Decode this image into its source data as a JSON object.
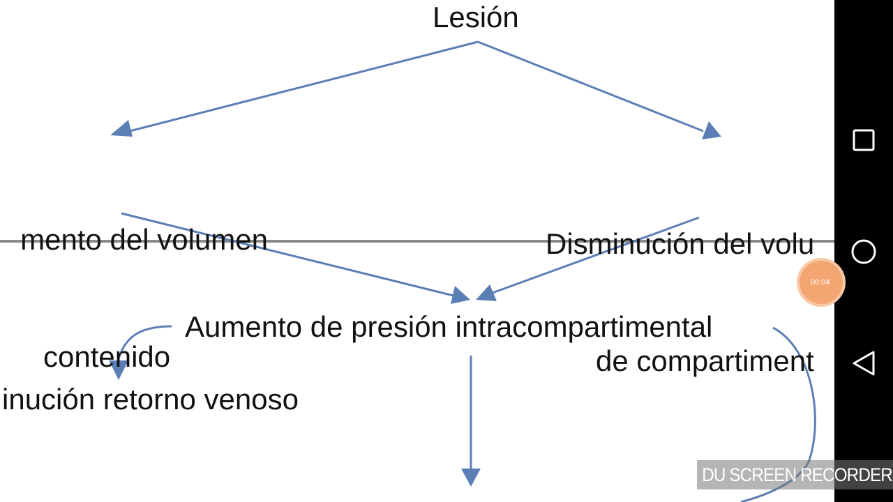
{
  "nodes": {
    "lesion": "Lesión",
    "aumento_volumen_line1": "mento del volumen",
    "aumento_volumen_line2": "contenido",
    "disminucion_volumen_line1": "Disminución del volu",
    "disminucion_volumen_line2": "de compartiment",
    "presion": "Aumento de presión intracompartimental",
    "retorno": "inución retorno venoso"
  },
  "overlay": {
    "record_timer": "00:04",
    "watermark": "DU SCREEN RECORDER"
  },
  "nav_bar": {
    "recents_icon": "square-icon",
    "home_icon": "circle-icon",
    "back_icon": "triangle-back-icon"
  },
  "colors": {
    "arrow": "#5b7fb5",
    "divider": "#8a8a8a",
    "text": "#111111",
    "nav_background": "#000000",
    "record_bubble": "#f4a672"
  }
}
